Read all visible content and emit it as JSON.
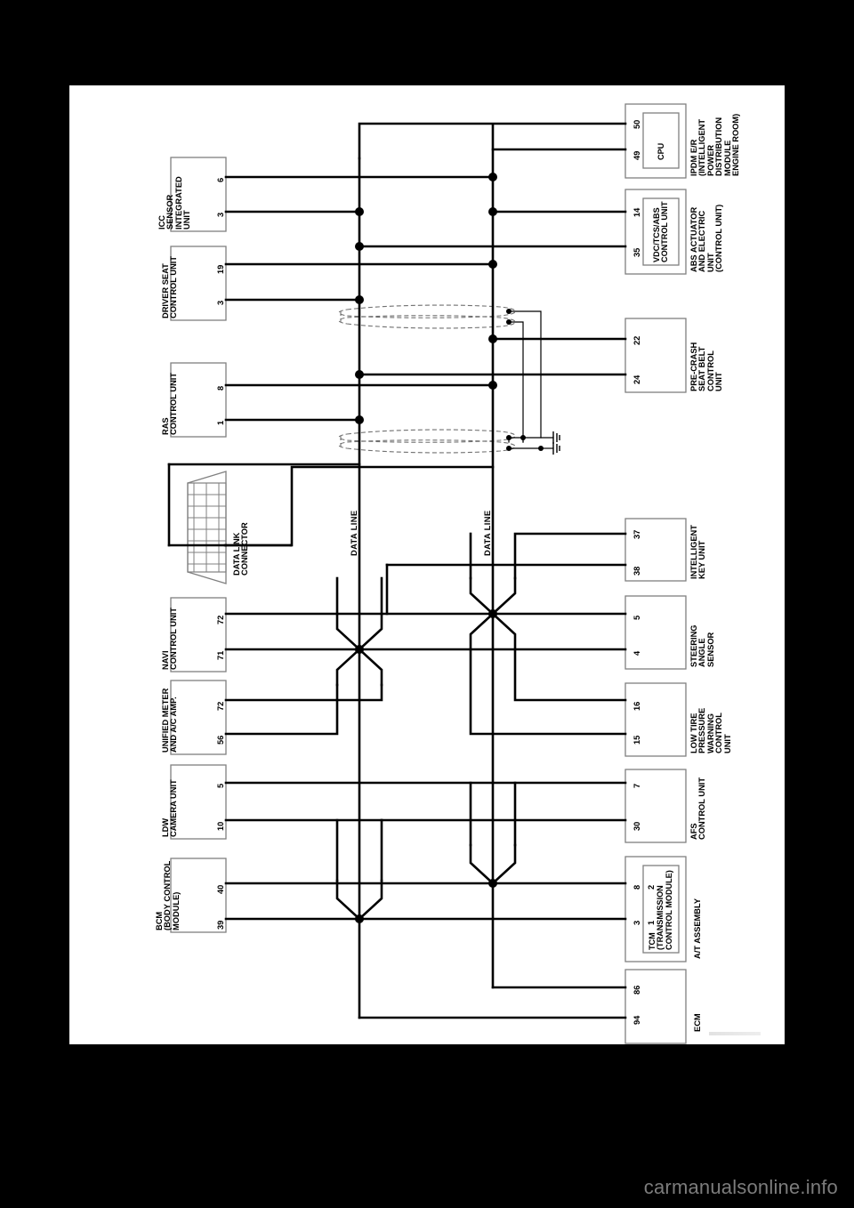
{
  "document": {
    "type": "can-communication-wiring-diagram",
    "watermark": "carmanualsonline.info"
  },
  "labels": {
    "data_line_left": "DATA LINE",
    "data_line_right": "DATA LINE",
    "data_link_connector": "DATA LINK\nCONNECTOR"
  },
  "left_units": [
    {
      "name": "ICC\nSENSOR\nINTEGRATED\nUNIT",
      "pins": [
        "6",
        "3"
      ]
    },
    {
      "name": "DRIVER SEAT\nCONTROL UNIT",
      "pins": [
        "19",
        "3"
      ]
    },
    {
      "name": "RAS\nCONTROL UNIT",
      "pins": [
        "8",
        "1"
      ]
    },
    {
      "name": "NAVI\nCONTROL UNIT",
      "pins": [
        "72",
        "71"
      ]
    },
    {
      "name": "UNIFIED METER\nAND A/C AMP.",
      "pins": [
        "72",
        "56"
      ]
    },
    {
      "name": "LDW\nCAMERA UNIT",
      "pins": [
        "5",
        "10"
      ]
    },
    {
      "name": "BCM\n(BODY CONTROL\nMODULE)",
      "pins": [
        "40",
        "39"
      ]
    }
  ],
  "right_units": [
    {
      "name": "IPDM E/R\n(INTELLIGENT\nPOWER\nDISTRIBUTION\nMODULE\nENGINE ROOM)",
      "pins": [
        "50",
        "49"
      ],
      "inner": "CPU"
    },
    {
      "name": "ABS ACTUATOR\nAND ELECTRIC\nUNIT\n(CONTROL UNIT)",
      "pins": [
        "14",
        "35"
      ],
      "inner": "VDC/TCS/ABS\nCONTROL UNIT"
    },
    {
      "name": "PRE-CRASH\nSEAT BELT\nCONTROL\nUNIT",
      "pins": [
        "22",
        "24"
      ],
      "inner": ""
    },
    {
      "name": "INTELLIGENT\nKEY UNIT",
      "pins": [
        "37",
        "38"
      ],
      "inner": ""
    },
    {
      "name": "STEERING\nANGLE\nSENSOR",
      "pins": [
        "5",
        "4"
      ],
      "inner": ""
    },
    {
      "name": "LOW TIRE\nPRESSURE\nWARNING\nCONTROL\nUNIT",
      "pins": [
        "16",
        "15"
      ],
      "inner": ""
    },
    {
      "name": "AFS\nCONTROL UNIT",
      "pins": [
        "7",
        "30"
      ],
      "inner": ""
    },
    {
      "name": "A/T ASSEMBLY",
      "pins": [
        "8",
        "3"
      ],
      "inner": "TCM\n(TRANSMISSION\nCONTROL MODULE)",
      "inner_pins": [
        "2",
        "1"
      ]
    },
    {
      "name": "ECM",
      "pins": [
        "86",
        "94"
      ],
      "inner": ""
    }
  ],
  "colors": {
    "page": "#ffffff",
    "frame": "#000000",
    "wire": "#000000",
    "box_border": "#808080",
    "shield": "#707070",
    "watermark": "#7c7c7c"
  }
}
